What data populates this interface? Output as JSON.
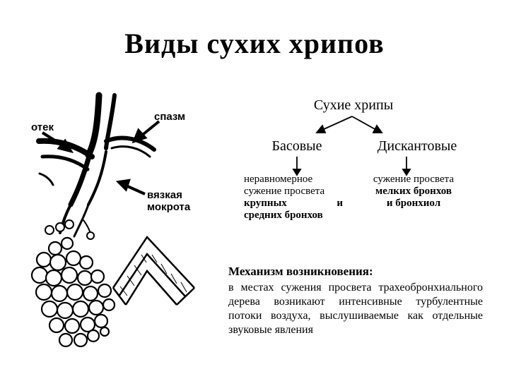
{
  "title": "Виды сухих хрипов",
  "tree": {
    "root": "Сухие хрипы",
    "bass": {
      "label": "Басовые",
      "desc": [
        "неравномерное",
        "сужение просвета",
        "крупных",
        "и",
        "средних бронхов"
      ]
    },
    "discant": {
      "label": "Дискантовые",
      "desc": [
        "сужение просвета",
        "мелких бронхов",
        "и бронхиол"
      ]
    }
  },
  "mechanism": {
    "title": "Механизм возникновения:",
    "text": "в местах сужения просвета трахеобронхиального дерева возникают интенсивные турбулентные потоки воздуха, выслушиваемые как отдельные звуковые явления"
  },
  "illustration": {
    "labels": {
      "edema": "отек",
      "spasm": "спазм",
      "sputum_line1": "вязкая",
      "sputum_line2": "мокрота"
    }
  }
}
